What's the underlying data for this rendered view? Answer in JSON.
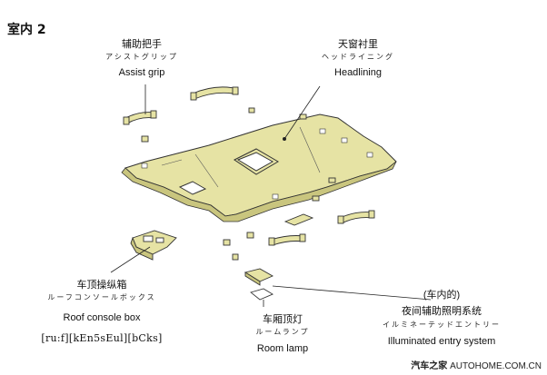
{
  "title": "室内 2",
  "labels": {
    "assist_grip": {
      "zh": "辅助把手",
      "ja": "アシストグリップ",
      "en": "Assist grip"
    },
    "headlining": {
      "zh": "天窗衬里",
      "ja": "ヘッドライニング",
      "en": "Headlining"
    },
    "roof_console": {
      "zh": "车顶操纵箱",
      "ja": "ルーフコンソールボックス",
      "en": "Roof console box",
      "ipa": "[ru:f][kEn5sEul][bCks]"
    },
    "room_lamp": {
      "zh": "车厢顶灯",
      "ja": "ルームランプ",
      "en": "Room lamp"
    },
    "illuminated": {
      "prefix": "(车内的)",
      "zh": "夜间辅助照明系统",
      "ja": "イルミネーテッドエントリー",
      "en": "Illuminated entry system"
    }
  },
  "watermark": {
    "brand": "汽车之家",
    "site": "AUTOHOME.COM.CN"
  },
  "colors": {
    "part_fill": "#e6e3a4",
    "part_stroke": "#333333",
    "shade": "#c9c57e"
  }
}
